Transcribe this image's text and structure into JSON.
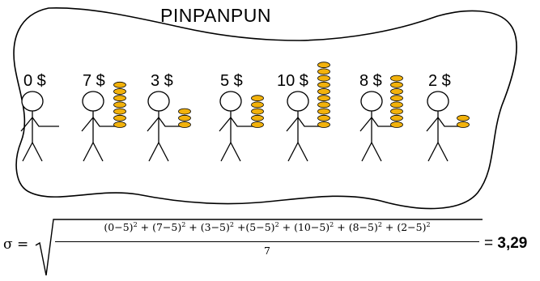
{
  "title": "PINPANPUN",
  "coin_color": "#F2B20C",
  "people": [
    {
      "label": "0 $",
      "coins": 0
    },
    {
      "label": "7 $",
      "coins": 7
    },
    {
      "label": "3 $",
      "coins": 3
    },
    {
      "label": "5 $",
      "coins": 5
    },
    {
      "label": "10 $",
      "coins": 10
    },
    {
      "label": "8 $",
      "coins": 8
    },
    {
      "label": "2 $",
      "coins": 2
    }
  ],
  "formula": {
    "lhs": "σ =",
    "terms": [
      {
        "base": "(0−5)",
        "exp": "2",
        "sep": " + "
      },
      {
        "base": "(7−5)",
        "exp": "2",
        "sep": " + "
      },
      {
        "base": "(3−5)",
        "exp": "2",
        "sep": " +"
      },
      {
        "base": "(5−5)",
        "exp": "2",
        "sep": " + "
      },
      {
        "base": "(10−5)",
        "exp": "2",
        "sep": " + "
      },
      {
        "base": "(8−5)",
        "exp": "2",
        "sep": " +  "
      },
      {
        "base": "(2−5)",
        "exp": "2",
        "sep": ""
      }
    ],
    "denominator": "7",
    "equals": "= ",
    "result": "3,29"
  }
}
